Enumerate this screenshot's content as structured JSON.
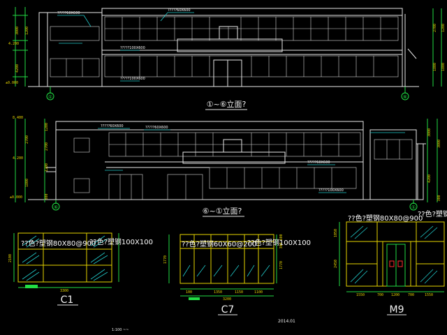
{
  "elevation_top": {
    "title": "①~⑥立面?",
    "axis_left": "①",
    "axis_right": "⑥",
    "callouts": [
      "?????60X600",
      "?????60X600",
      "?????100X600",
      "?????100X600"
    ],
    "levels_left": [
      "3900",
      "4.200",
      "4200",
      "±0.000"
    ],
    "dims_left": [
      "3000",
      "1200"
    ],
    "dims_right": [
      "2700",
      "1200",
      "1800",
      "1800"
    ]
  },
  "elevation_bottom": {
    "title": "⑥~①立面?",
    "axis_left": "⑥",
    "axis_right": "①",
    "callouts": [
      "?????60X600",
      "?????60X600",
      "?????60X600",
      "?????100X600"
    ],
    "levels_left": [
      "8.400",
      "4.200",
      "±0.000"
    ],
    "dims_left": [
      "1200",
      "2700",
      "2700",
      "1200",
      "1800",
      "300"
    ],
    "dims_right": [
      "3000",
      "3000",
      "4200",
      "300"
    ]
  },
  "detail_c1": {
    "label": "C1",
    "callout_left": "??色?塑钢80X80@900",
    "callout_right": "??色?塑钢100X100",
    "dim_height": "2100",
    "dim_width": "3300"
  },
  "detail_c7": {
    "label": "C7",
    "callout_left": "??色?塑钢60X60@200",
    "callout_right": "??色?塑钢100X100",
    "dims_right": [
      "600",
      "300",
      "1770"
    ],
    "dims_bottom": [
      "100",
      "1350",
      "1150",
      "1100"
    ],
    "dim_total": "3200"
  },
  "detail_m9": {
    "label": "M9",
    "callout_left": "??色?塑钢80X80@900",
    "callout_right": "??色?塑钢",
    "dims_left": [
      "1050",
      "2450"
    ],
    "dims_bottom": [
      "1550",
      "700",
      "1200",
      "700",
      "1550"
    ]
  },
  "footer": {
    "left_note": "1:100 ~~",
    "date": "2014.01"
  },
  "colors": {
    "background": "#000000",
    "line_white": "#e8e8e8",
    "line_green": "#22dd44",
    "line_yellow": "#e6d400",
    "line_cyan": "#22cccc"
  }
}
